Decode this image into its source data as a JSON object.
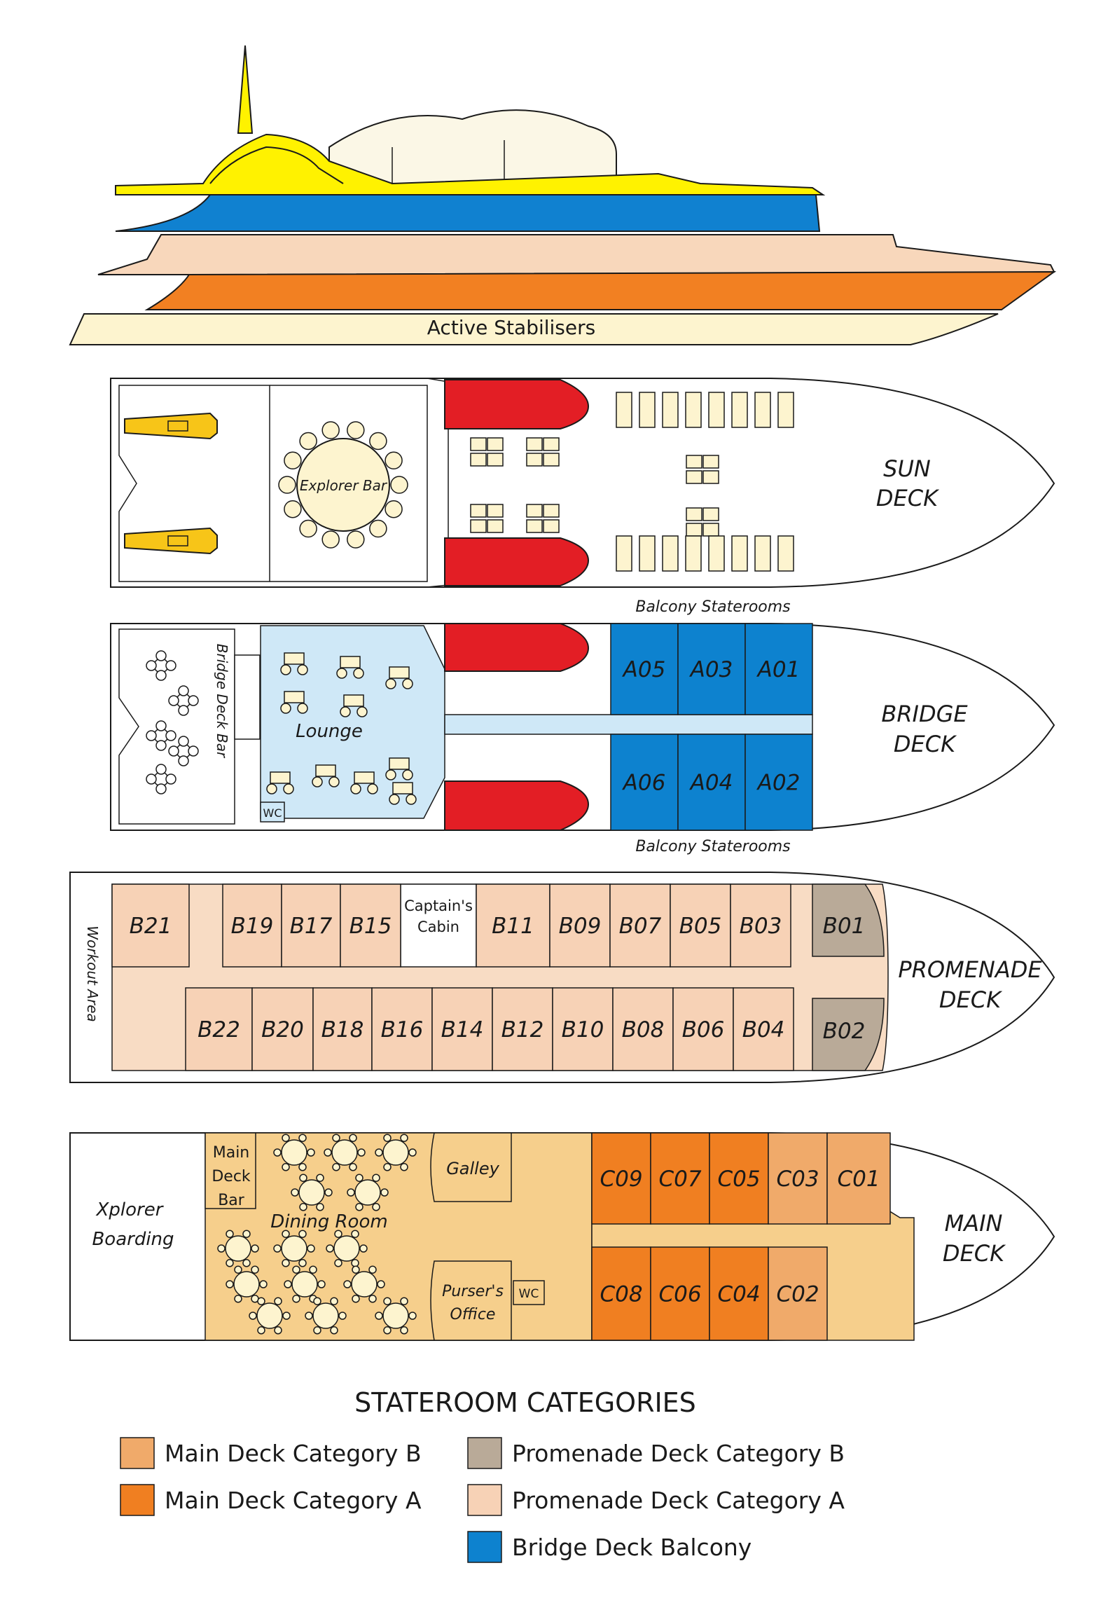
{
  "profile": {
    "label": "Active Stabilisers"
  },
  "sun_deck": {
    "title_line1": "SUN",
    "title_line2": "DECK",
    "bar_label": "Explorer Bar"
  },
  "bridge_deck": {
    "title_line1": "BRIDGE",
    "title_line2": "DECK",
    "bar_label": "Bridge Deck Bar",
    "lounge_label": "Lounge",
    "wc_label": "WC",
    "balcony_label_top": "Balcony Staterooms",
    "balcony_label_bottom": "Balcony Staterooms",
    "cabins_top": [
      "A05",
      "A03",
      "A01"
    ],
    "cabins_bottom": [
      "A06",
      "A04",
      "A02"
    ]
  },
  "promenade_deck": {
    "title_line1": "PROMENADE",
    "title_line2": "DECK",
    "workout_label": "Workout Area",
    "captain_line1": "Captain's",
    "captain_line2": "Cabin",
    "cabins_top": [
      "B21",
      "B19",
      "B17",
      "B15",
      "B11",
      "B09",
      "B07",
      "B05",
      "B03",
      "B01"
    ],
    "cabins_bottom": [
      "B22",
      "B20",
      "B18",
      "B16",
      "B14",
      "B12",
      "B10",
      "B08",
      "B06",
      "B04",
      "B02"
    ]
  },
  "main_deck": {
    "title_line1": "MAIN",
    "title_line2": "DECK",
    "boarding_line1": "Xplorer",
    "boarding_line2": "Boarding",
    "bar_line1": "Main",
    "bar_line2": "Deck",
    "bar_line3": "Bar",
    "dining_label": "Dining Room",
    "galley_label": "Galley",
    "purser_line1": "Purser's",
    "purser_line2": "Office",
    "wc_label": "WC",
    "cabins_top": [
      "C09",
      "C07",
      "C05",
      "C03",
      "C01"
    ],
    "cabins_bottom": [
      "C08",
      "C06",
      "C04",
      "C02"
    ]
  },
  "legend": {
    "title": "STATEROOM CATEGORIES",
    "items": [
      {
        "label": "Main Deck Category B",
        "color": "#f0aa6a"
      },
      {
        "label": "Promenade Deck Category B",
        "color": "#b9aa98"
      },
      {
        "label": "Main Deck Category A",
        "color": "#f07f21"
      },
      {
        "label": "Promenade Deck Category A",
        "color": "#f7d2b6"
      },
      {
        "label": "Bridge Deck Balcony",
        "color": "#0d82cf"
      }
    ]
  },
  "colors": {
    "sun_deck_profile": "#fff200",
    "bridge_deck_profile": "#1081d0",
    "promenade_profile": "#f8d7bb",
    "main_deck_profile": "#f28022",
    "lower_hull": "#fdf4cf",
    "lifeboat": "#e31e25",
    "lounge": "#cfe8f7",
    "main_deck_public": "#f6cf8c",
    "zodiac": "#f7c518"
  }
}
